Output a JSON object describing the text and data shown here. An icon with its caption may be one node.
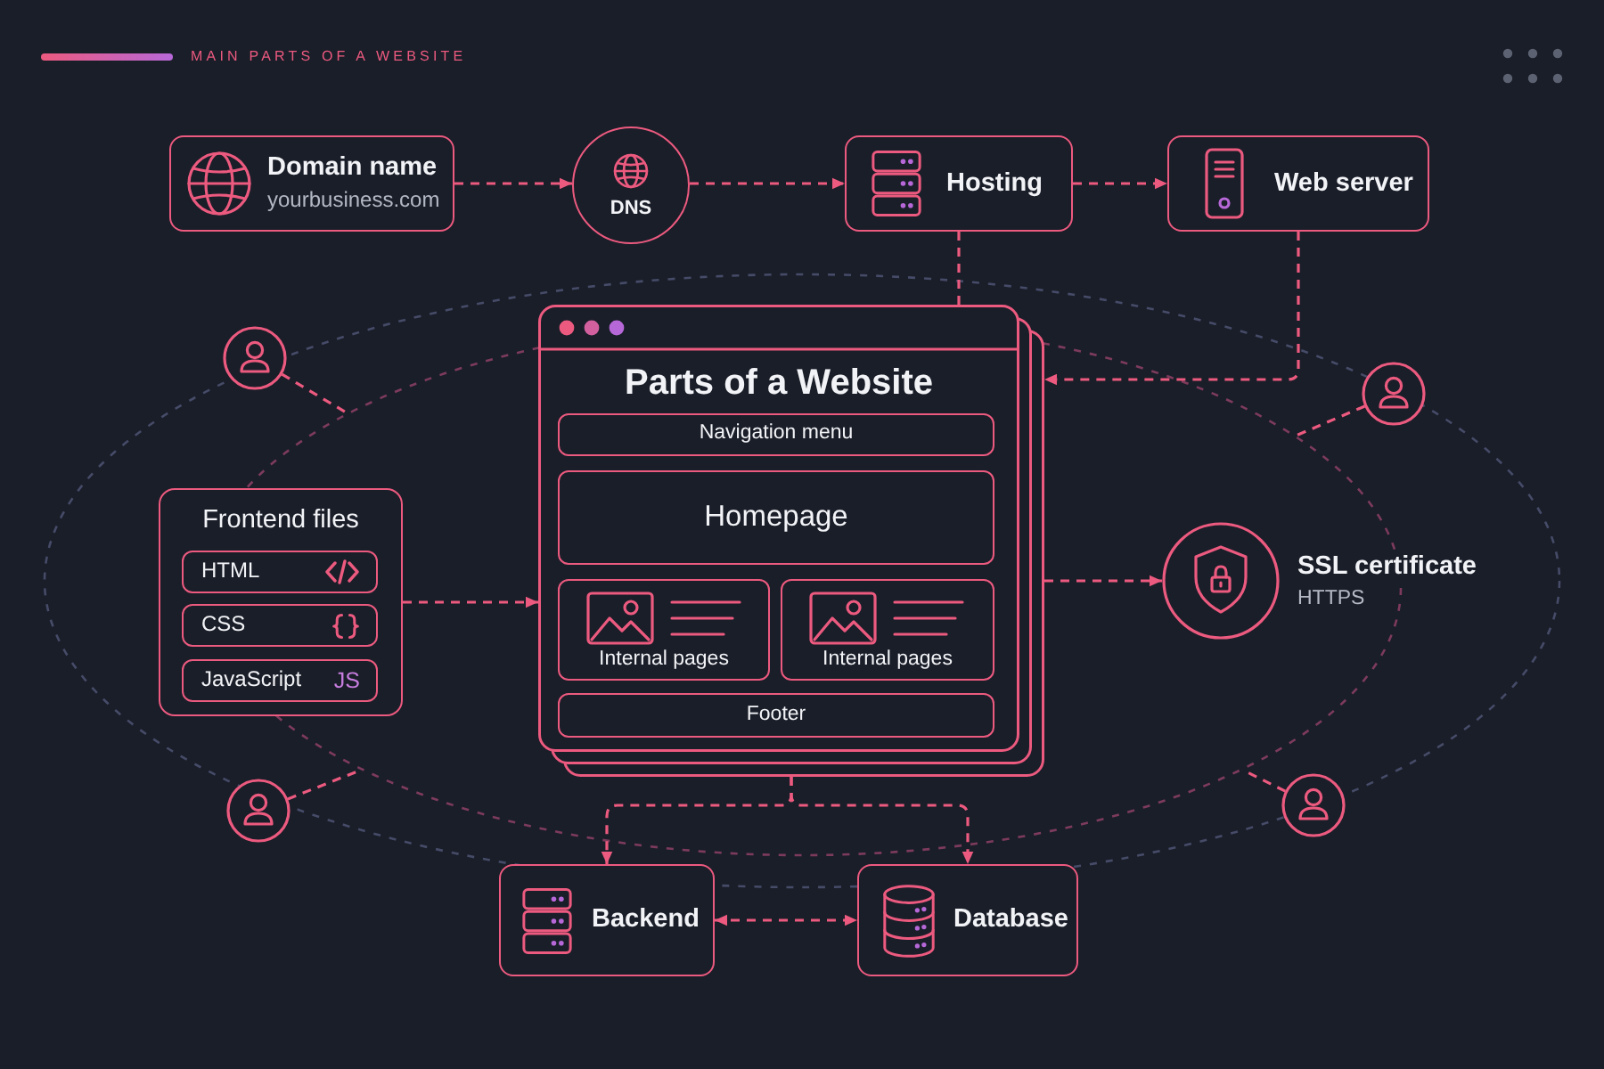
{
  "diagram": {
    "title": "MAIN PARTS OF A WEBSITE",
    "nodes": [
      {
        "text": [
          "Domain name",
          "yourbusiness.com"
        ]
      },
      {
        "text": [
          "DNS"
        ]
      },
      {
        "text": [
          "Hosting"
        ]
      },
      {
        "text": [
          "Web server"
        ]
      },
      {
        "text": [
          "Parts of a Website"
        ]
      },
      {
        "text": [
          "Navigation menu"
        ],
        "in": 4
      },
      {
        "text": [
          "Homepage"
        ],
        "in": 4
      },
      {
        "text": [
          "Internal pages"
        ],
        "in": 4
      },
      {
        "text": [
          "Internal pages"
        ],
        "in": 4
      },
      {
        "text": [
          "Footer"
        ],
        "in": 4
      },
      {
        "text": [
          "Frontend files"
        ]
      },
      {
        "text": [
          "HTML"
        ],
        "in": 10
      },
      {
        "text": [
          "CSS"
        ],
        "in": 10
      },
      {
        "text": [
          "JavaScript",
          "JS"
        ],
        "in": 10
      },
      {
        "text": [
          "SSL certificate",
          "HTTPS"
        ]
      },
      {
        "text": [
          "Backend"
        ]
      },
      {
        "text": [
          "Database"
        ]
      },
      {
        "text": [],
        "shape": "person"
      },
      {
        "text": [],
        "shape": "person"
      },
      {
        "text": [],
        "shape": "person"
      },
      {
        "text": [],
        "shape": "person"
      }
    ],
    "edges": [
      {
        "from": 0,
        "to": 1,
        "arrow": "to",
        "style": "dashed"
      },
      {
        "from": 1,
        "to": 2,
        "arrow": "to",
        "style": "dashed"
      },
      {
        "from": 2,
        "to": 3,
        "arrow": "to",
        "style": "dashed"
      },
      {
        "from": 2,
        "to": 4,
        "arrow": "none",
        "style": "dashed"
      },
      {
        "from": 3,
        "to": 4,
        "arrow": "to",
        "style": "dashed"
      },
      {
        "from": 10,
        "to": 4,
        "arrow": "to",
        "style": "dashed"
      },
      {
        "from": 4,
        "to": 14,
        "arrow": "to",
        "style": "dashed"
      },
      {
        "from": 4,
        "to": 15,
        "arrow": "to",
        "style": "dashed"
      },
      {
        "from": 4,
        "to": 16,
        "arrow": "to",
        "style": "dashed"
      },
      {
        "from": 15,
        "to": 16,
        "arrow": "both",
        "style": "dashed"
      },
      {
        "from": 17,
        "to": null,
        "arrow": "none",
        "style": "dashed"
      },
      {
        "from": 18,
        "to": null,
        "arrow": "none",
        "style": "dashed"
      },
      {
        "from": 19,
        "to": null,
        "arrow": "none",
        "style": "dashed"
      },
      {
        "from": 20,
        "to": null,
        "arrow": "none",
        "style": "dashed"
      }
    ]
  }
}
